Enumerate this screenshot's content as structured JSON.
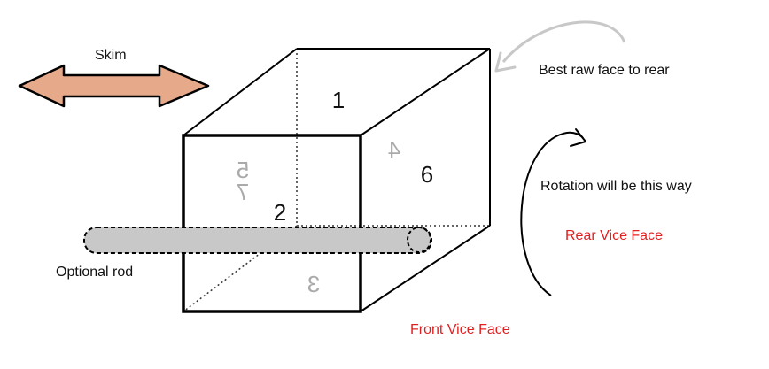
{
  "labels": {
    "skim": "Skim",
    "best_raw_face": "Best raw face to rear",
    "rotation": "Rotation will be this way",
    "rear_vice_face": "Rear Vice Face",
    "front_vice_face": "Front Vice Face",
    "optional_rod": "Optional rod"
  },
  "faces": {
    "top": "1",
    "front": "2",
    "right": "6",
    "left_mirrored": "5",
    "left_mirrored_2": "7",
    "right_mirrored": "4",
    "bottom_mirrored": "3"
  },
  "colors": {
    "line": "#000000",
    "hidden_line": "#333333",
    "red_text": "#e02020",
    "skim_arrow_fill": "#e6a98a",
    "rod_fill": "#c8c8c8",
    "gray_arrow": "#c8c8c8",
    "ghost_numbers": "#aaaaaa"
  },
  "icons": {
    "skim_arrow": "double-headed-arrow-icon",
    "gray_curved_arrow": "curved-arrow-icon",
    "rotation_arrow": "rotation-arrow-icon"
  }
}
